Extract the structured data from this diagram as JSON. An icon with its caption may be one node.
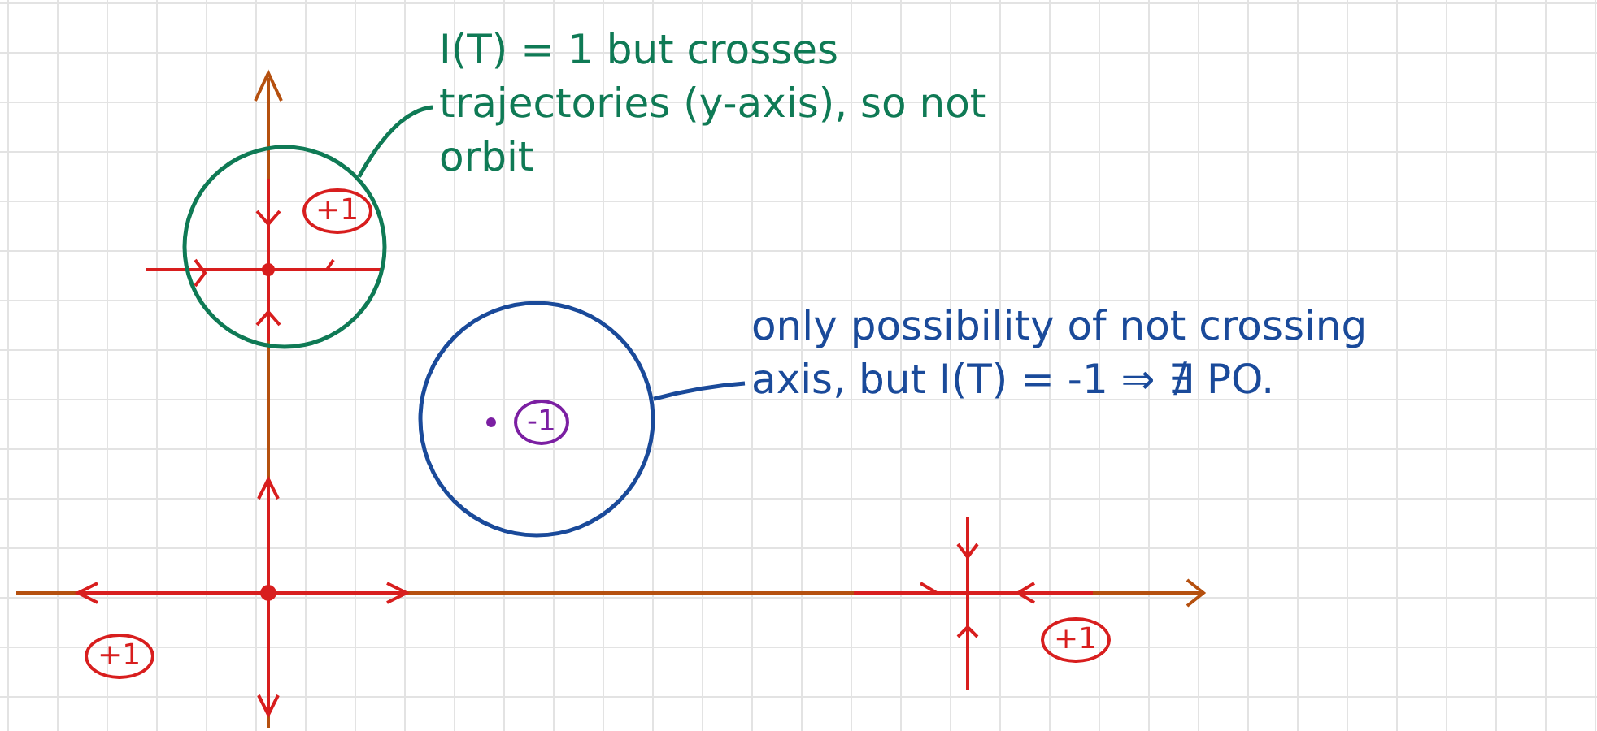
{
  "diagram": {
    "nodes": [
      {
        "text": [
          "I(T) = 1 but crosses trajectories (y-axis), so not orbit"
        ]
      },
      {
        "text": [],
        "shape": "circle"
      },
      {
        "text": [
          "only possibility of not crossing axis, but I(T) = -1 ⇒ ∄ PO."
        ]
      },
      {
        "text": [],
        "shape": "circle"
      }
    ],
    "edges": [
      {
        "from": 0,
        "to": 1,
        "arrow": "none"
      },
      {
        "from": 2,
        "to": 3,
        "arrow": "none"
      }
    ],
    "labels": [
      "+1",
      "-1",
      "+1",
      "+1"
    ]
  }
}
